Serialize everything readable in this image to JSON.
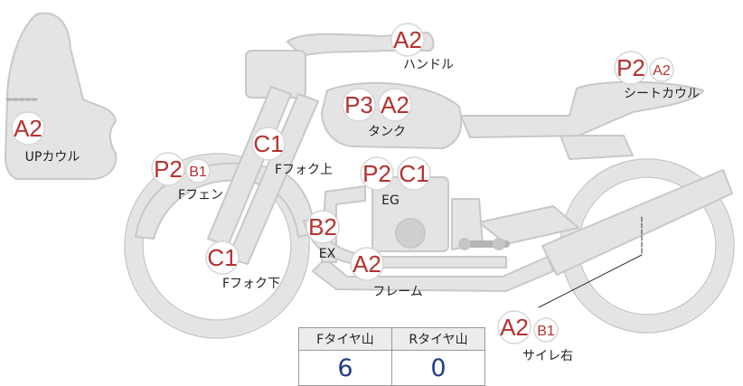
{
  "colors": {
    "body_fill": "#e4e4e4",
    "body_stroke": "#c8c8c8",
    "badge_text": "#b5312f",
    "value_text": "#1f3d8f"
  },
  "parts": [
    {
      "id": "handle",
      "label": "ハンドル",
      "badges": [
        "A2"
      ]
    },
    {
      "id": "seatcowl",
      "label": "シートカウル",
      "badges": [
        "P2",
        "A2"
      ]
    },
    {
      "id": "upcowl",
      "label": "UPカウル",
      "badges": [
        "A2"
      ]
    },
    {
      "id": "tank",
      "label": "タンク",
      "badges": [
        "P3",
        "A2"
      ]
    },
    {
      "id": "ffork_up",
      "label": "Fフォク上",
      "badges": [
        "C1"
      ]
    },
    {
      "id": "ffender",
      "label": "Fフェン",
      "badges": [
        "P2",
        "B1"
      ]
    },
    {
      "id": "eg",
      "label": "EG",
      "badges": [
        "P2",
        "C1"
      ]
    },
    {
      "id": "ex",
      "label": "EX",
      "badges": [
        "B2"
      ]
    },
    {
      "id": "ffork_lo",
      "label": "Fフォク下",
      "badges": [
        "C1"
      ]
    },
    {
      "id": "frame",
      "label": "フレーム",
      "badges": [
        "A2"
      ]
    },
    {
      "id": "silencer",
      "label": "サイレ右",
      "badges": [
        "A2",
        "B1"
      ]
    }
  ],
  "tire_table": {
    "front_header": "Fタイヤ山",
    "rear_header": "Rタイヤ山",
    "front_value": "6",
    "rear_value": "0"
  }
}
